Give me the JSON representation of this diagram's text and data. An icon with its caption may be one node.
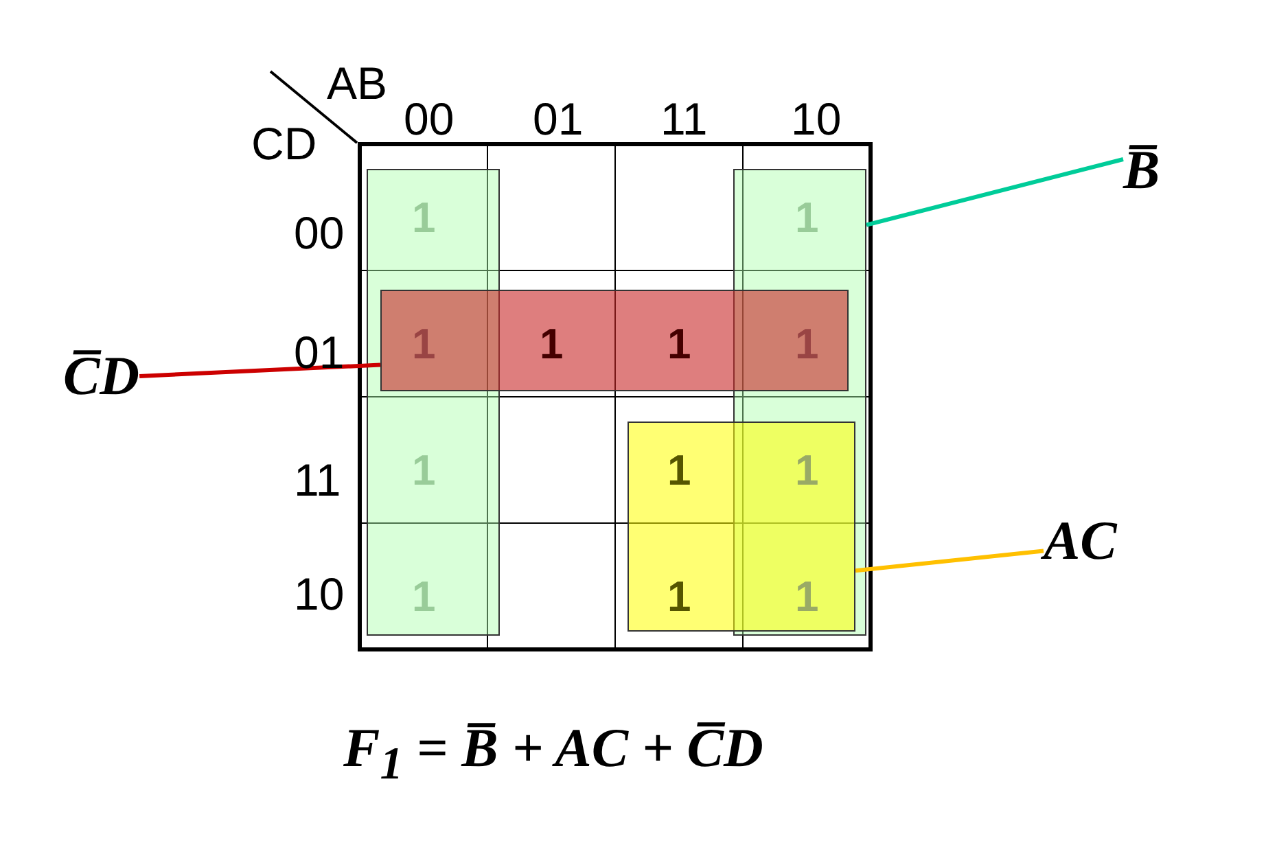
{
  "diagram": {
    "caption": "F$_{1}$ = B̅ + AC + C̅D",
    "nodes": [
      {
        "text": [
          "B̅"
        ]
      },
      {
        "text": [],
        "shape": "box"
      },
      {
        "text": [
          "C̅D"
        ]
      },
      {
        "text": [],
        "shape": "box"
      },
      {
        "text": [
          "AC"
        ]
      },
      {
        "text": [],
        "shape": "box"
      },
      {
        "text": [],
        "shape": "box"
      }
    ],
    "edges": [
      {
        "from": 0,
        "to": 1,
        "arrow": "none",
        "color": "#00cc99"
      },
      {
        "from": 2,
        "to": 3,
        "arrow": "none",
        "color": "#cc0000"
      },
      {
        "from": 4,
        "to": 5,
        "arrow": "none",
        "color": "#ffc000"
      }
    ],
    "labels": [
      "AB",
      "CD",
      "00",
      "01",
      "11",
      "10",
      "00",
      "01",
      "11",
      "10",
      "1",
      "1",
      "1",
      "1",
      "1",
      "1",
      "1",
      "1",
      "1",
      "1",
      "1",
      "1"
    ]
  }
}
